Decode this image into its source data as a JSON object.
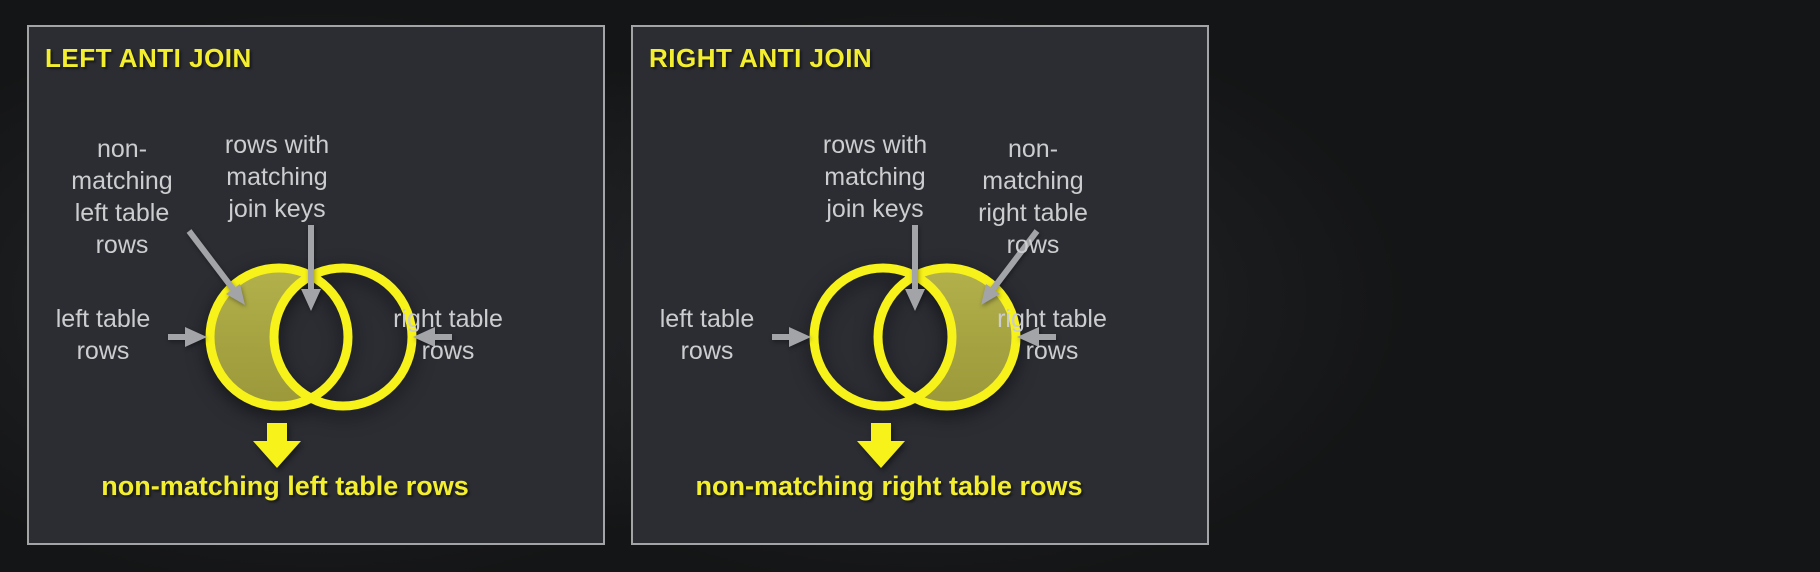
{
  "colors": {
    "page_bg": "#141516",
    "panel_bg": "#2b2d33",
    "panel_border": "#a3a4a6",
    "title_yellow": "#f4ef2e",
    "circle_stroke": "#f7f219",
    "crescent_fill_top": "#b3b14b",
    "crescent_fill_bottom": "#9a9839",
    "label_gray": "#cccdce",
    "arrow_gray": "#a2a4a7"
  },
  "panels": [
    {
      "title": "LEFT ANTI JOIN",
      "highlighted_side": "left",
      "labels": {
        "nonmatching": "non-\nmatching\nleft table\nrows",
        "matching": "rows with\nmatching\njoin keys",
        "left_table": "left table\nrows",
        "right_table": "right table\nrows"
      },
      "caption": "non-matching left table rows"
    },
    {
      "title": "RIGHT ANTI JOIN",
      "highlighted_side": "right",
      "labels": {
        "nonmatching": "non-\nmatching\nright table\nrows",
        "matching": "rows with\nmatching\njoin keys",
        "left_table": "left table\nrows",
        "right_table": "right table\nrows"
      },
      "caption": "non-matching right table rows"
    }
  ]
}
